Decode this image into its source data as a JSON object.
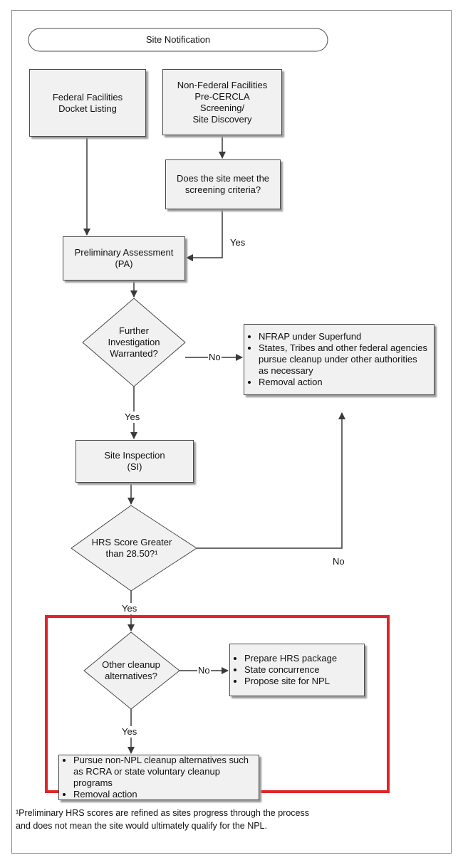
{
  "nodes": {
    "site_notification": "Site Notification",
    "federal_facilities": [
      "Federal Facilities",
      "Docket Listing"
    ],
    "non_federal": [
      "Non-Federal Facilities",
      "Pre-CERCLA",
      "Screening/",
      "Site Discovery"
    ],
    "screening_criteria": [
      "Does the site meet the",
      "screening criteria?"
    ],
    "preliminary_assessment": [
      "Preliminary Assessment",
      "(PA)"
    ],
    "further_investigation": [
      "Further",
      "Investigation",
      "Warranted?"
    ],
    "nfrap_box": [
      "NFRAP under Superfund",
      "States, Tribes and other federal agencies pursue cleanup under other authorities as necessary",
      "Removal action"
    ],
    "site_inspection": [
      "Site Inspection",
      "(SI)"
    ],
    "hrs_score": [
      "HRS Score Greater",
      "than 28.50?¹"
    ],
    "other_cleanup": [
      "Other cleanup",
      "alternatives?"
    ],
    "npl_box": [
      "Prepare HRS package",
      "State concurrence",
      "Propose site for NPL"
    ],
    "non_npl_box": [
      "Pursue non-NPL cleanup alternatives such as RCRA or state voluntary cleanup programs",
      "Removal action"
    ]
  },
  "labels": {
    "yes": "Yes",
    "no": "No"
  },
  "footnote": [
    "¹Preliminary HRS scores are refined as sites progress through the process",
    "and does not mean the site would ultimately qualify for the NPL."
  ],
  "colors": {
    "highlight": "#e0242a",
    "box_fill": "#f1f1f1",
    "line": "#3a3a3a"
  }
}
